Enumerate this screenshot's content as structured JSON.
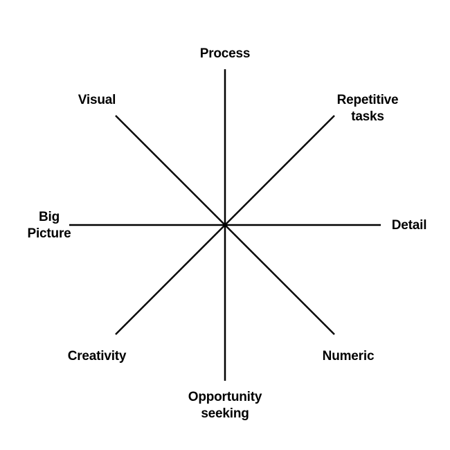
{
  "diagram": {
    "line_color": "#000000",
    "axes": [
      {
        "id": "process",
        "label": "Process"
      },
      {
        "id": "repetitive-tasks",
        "label": "Repetitive\ntasks"
      },
      {
        "id": "detail",
        "label": "Detail"
      },
      {
        "id": "numeric",
        "label": "Numeric"
      },
      {
        "id": "opportunity-seeking",
        "label": "Opportunity\nseeking"
      },
      {
        "id": "creativity",
        "label": "Creativity"
      },
      {
        "id": "big-picture",
        "label": "Big\nPicture"
      },
      {
        "id": "visual",
        "label": "Visual"
      }
    ]
  }
}
